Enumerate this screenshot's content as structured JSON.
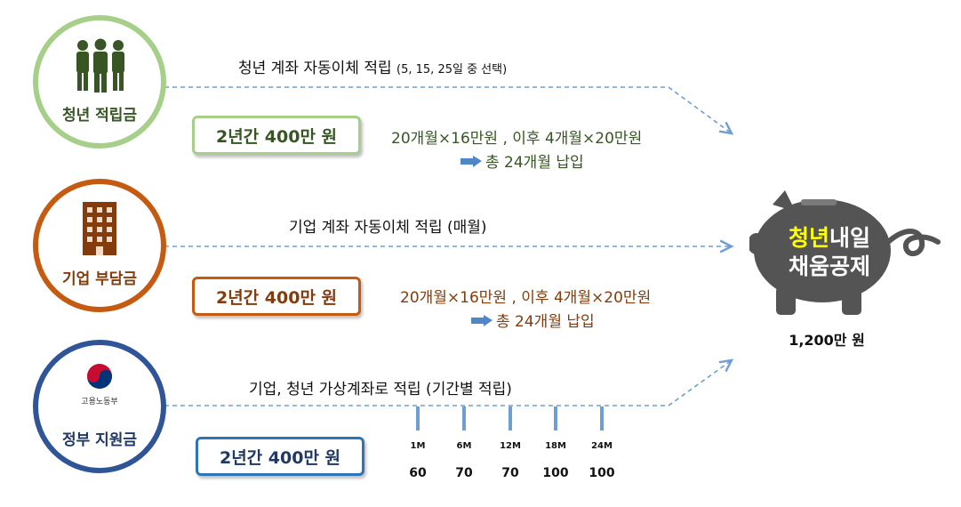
{
  "rows": [
    {
      "label": "청년 적립금",
      "flow_text": "청년 계좌 자동이체 적립",
      "flow_note": "(5, 15, 25일 중 선택)",
      "amount": "2년간 400만 원",
      "detail_line1": "20개월×16만원 , 이후 4개월×20만원",
      "detail_line2": "총 24개월 납입",
      "color": "#a6d08a",
      "text_color": "#375623"
    },
    {
      "label": "기업 부담금",
      "flow_text": "기업 계좌 자동이체 적립 (매월)",
      "flow_note": "",
      "amount": "2년간 400만 원",
      "detail_line1": "20개월×16만원 , 이후 4개월×20만원",
      "detail_line2": "총 24개월 납입",
      "color": "#c55a11",
      "text_color": "#843c0c"
    },
    {
      "label": "정부 지원금",
      "flow_text": "기업, 청년 가상계좌로 적립 (기간별 적립)",
      "flow_note": "",
      "amount": "2년간 400만 원",
      "ministry": "고용노동부",
      "color": "#2f5597",
      "text_color": "#1f3864"
    }
  ],
  "schedule": [
    {
      "label": "1M",
      "value": "60"
    },
    {
      "label": "6M",
      "value": "70"
    },
    {
      "label": "12M",
      "value": "70"
    },
    {
      "label": "18M",
      "value": "100"
    },
    {
      "label": "24M",
      "value": "100"
    }
  ],
  "target": {
    "title_highlight": "청년",
    "title_rest": "내일",
    "title_line2": "채움공제",
    "total": "1,200만 원",
    "highlight_color": "#ffff00",
    "pig_color": "#545454"
  },
  "icons": [
    "people-icon",
    "building-icon",
    "government-emblem-icon",
    "piggy-bank-icon",
    "arrow-right-icon"
  ]
}
